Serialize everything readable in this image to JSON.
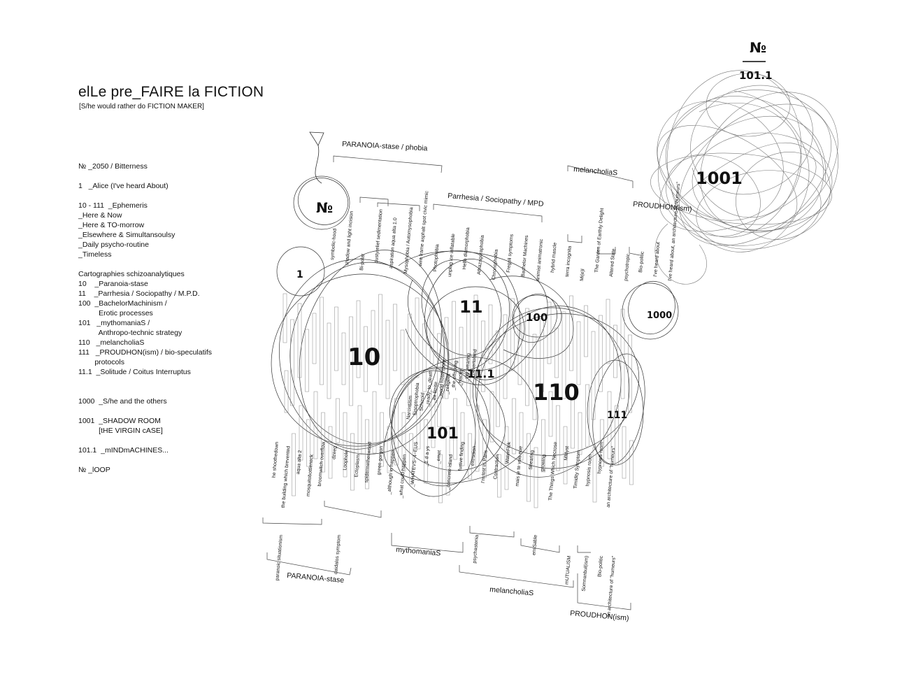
{
  "header": {
    "title": "elLe pre_FAIRE la FICTION",
    "subtitle": "[S/he would rather do FICTION MAKER]"
  },
  "legend": [
    "№ _2050 / Bitterness",
    "",
    "1   _Alice (I've heard About)",
    "",
    "10 - 111  _Ephemeris",
    "_Here & Now",
    "_Here & TO-morrow",
    "_Elsewhere & Simultansoulsy",
    "_Daily psycho-routine",
    "_Timeless",
    "",
    "Cartographies schizoanalytiques",
    "10    _Paranoia-stase",
    "11    _Parrhesia / Sociopathy / M.P.D.",
    "100  _BachelorMachinism /",
    "          Erotic processes",
    "101   _mythomaniaS /",
    "          Anthropo-technic strategy",
    "110   _melancholiaS",
    "111   _PROUDHON(ism) / bio-speculatifs",
    "        protocols",
    "11.1  _Solitude / Coitus Interruptus",
    "",
    "",
    "1000  _S/he and the others",
    "",
    "1001  _SHADOW ROOM",
    "          [tHE VIRGIN cASE]",
    "",
    "101.1  _mINDmACHINES...",
    "",
    "№ _lOOP"
  ],
  "zones": {
    "n0_top": "№",
    "n0_top_num": "101.1",
    "z1001": "1001",
    "z_no": "№",
    "z1": "1",
    "z10": "10",
    "z11": "11",
    "z100": "100",
    "z11_1": "11.1",
    "z110": "110",
    "z101": "101",
    "z111": "111",
    "z1000": "1000"
  },
  "group_labels": {
    "paranoia_top": "PARANOIA-stase / phobia",
    "parrhesia": "Parrhesia / Sociopathy / MPD",
    "melancholia_top": "melancholiaS",
    "proudhon_top": "PROUDHON(ism)",
    "paranoia_bottom": "PARANOIA-stase",
    "mythomania": "mythomaniaS",
    "melancholia_bottom": "melancholiaS",
    "proudhon_bottom": "PROUDHON(ism)"
  },
  "top_terms": [
    "symbolic-hood",
    "shadow and light incision",
    "Bi-polar",
    "dustyrelief sedimentation",
    "aspiration aqua alta 1.0",
    "Mysophobia / Automysophobia",
    "wire frame asphalt spot civic mimic",
    "Photophobia",
    "unplug ice inflatable",
    "Hello diamorphobia",
    "Athazagoraphobia",
    "Chronophobia",
    "Fregoli symptoms",
    "Bachelor Machines",
    "animist animatronic",
    "hybrid mascle",
    "terra incognita",
    "Mi(e)l",
    "The Garden of Earthly Delight",
    "Altered State",
    "psychotropic",
    "Bio-politic",
    "I've heard about",
    "I've heard about, an architecture of \"humeurs\""
  ],
  "mid_terms": [
    "Narcissism",
    "Eisoptrophobia",
    "Schizoid",
    "_ready_to_death",
    "_ex-limite",
    "_world hotel room",
    "_zeitgeist",
    "_the offspring",
    "_Hacks",
    "_sky wearing",
    "_nevertoland"
  ],
  "bottom_terms": [
    "he shoothedown",
    "the building which brevented",
    "aqua alta 2",
    "mosquitobottleneck",
    "broomwitch overflow",
    "dzeeg",
    "Loophole",
    "Ectoplasm",
    "spidermetheswood",
    "green gorgon",
    "_although in happen",
    "_what could happen",
    "_WHATEVS~4~EUS",
    "_Σ d a ys",
    "_emet",
    "_concrete island",
    "furtive finding",
    "extrusion",
    "I'm lost in Paris",
    "Contraction",
    "WaterFluk",
    "mais je te vois nue",
    "Shearing",
    "growing",
    "The Things Which Necrose",
    "MMyst",
    "Timidity Symptom",
    "hypnosis room",
    "hypnosis room",
    "an architecture of \"humeurs\""
  ],
  "bottom_sub_terms": [
    "paranoic situationism",
    "daidalos symptom",
    "psychastenia",
    "ensSable",
    "mUTUALISM",
    "Somnanbul(ism)",
    "Bio-politic",
    "an architecture of \"humeurs\""
  ]
}
